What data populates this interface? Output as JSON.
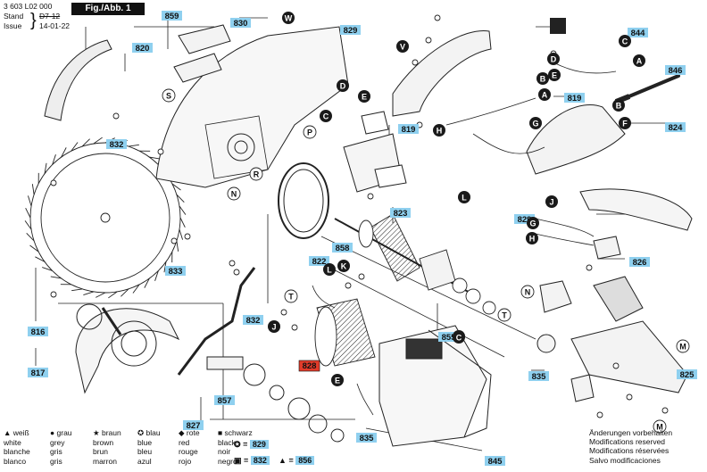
{
  "header": {
    "doc_no": "3 603 L02 000",
    "stand_label": "Stand",
    "stand_value": "D7-12",
    "issue_label": "Issue",
    "issue_value": "14-01-22",
    "figure_label": "Fig./Abb. 1"
  },
  "part_labels": [
    {
      "id": "859"
    },
    {
      "id": "830"
    },
    {
      "id": "829"
    },
    {
      "id": "844"
    },
    {
      "id": "820"
    },
    {
      "id": "846"
    },
    {
      "id": "819"
    },
    {
      "id": "824"
    },
    {
      "id": "832"
    },
    {
      "id": "819"
    },
    {
      "id": "823"
    },
    {
      "id": "829"
    },
    {
      "id": "858"
    },
    {
      "id": "822"
    },
    {
      "id": "826"
    },
    {
      "id": "833"
    },
    {
      "id": "816"
    },
    {
      "id": "832"
    },
    {
      "id": "855"
    },
    {
      "id": "817"
    },
    {
      "id": "835"
    },
    {
      "id": "857"
    },
    {
      "id": "825"
    },
    {
      "id": "827"
    },
    {
      "id": "835"
    },
    {
      "id": "845"
    }
  ],
  "highlight_label": "828",
  "letter_callouts_dark": [
    "W",
    "V",
    "D",
    "E",
    "C",
    "D",
    "E",
    "C",
    "A",
    "B",
    "A",
    "B",
    "F",
    "H",
    "G",
    "L",
    "J",
    "G",
    "H",
    "L",
    "K",
    "J",
    "K",
    "E",
    "C"
  ],
  "letter_callouts_light": [
    "S",
    "P",
    "N",
    "R",
    "T",
    "T",
    "N",
    "M",
    "M"
  ],
  "legend": {
    "columns": [
      {
        "symbol": "▲",
        "de": "weiß",
        "en": "white",
        "fr": "blanche",
        "es": "blanco"
      },
      {
        "symbol": "●",
        "de": "grau",
        "en": "grey",
        "fr": "gris",
        "es": "gris"
      },
      {
        "symbol": "★",
        "de": "braun",
        "en": "brown",
        "fr": "brun",
        "es": "marron"
      },
      {
        "symbol": "✪",
        "de": "blau",
        "en": "blue",
        "fr": "bleu",
        "es": "azul"
      },
      {
        "symbol": "◆",
        "de": "rote",
        "en": "red",
        "fr": "rouge",
        "es": "rojo"
      },
      {
        "symbol": "■",
        "de": "schwarz",
        "en": "black",
        "fr": "noir",
        "es": "negro"
      }
    ],
    "equivalences": [
      {
        "symbol": "✪",
        "eq": "=",
        "part": "829"
      },
      {
        "symbol": "▣",
        "eq": "=",
        "part": "832"
      },
      {
        "symbol": "▲",
        "eq": "=",
        "part": "856"
      }
    ]
  },
  "notes": [
    "Änderungen vorbehalten",
    "Modifications reserved",
    "Modifications réservées",
    "Salvo modificaciones"
  ],
  "colors": {
    "label_blue": "#8fd0ef",
    "label_red": "#e23b2a",
    "callout_dark": "#1a1a1a"
  }
}
